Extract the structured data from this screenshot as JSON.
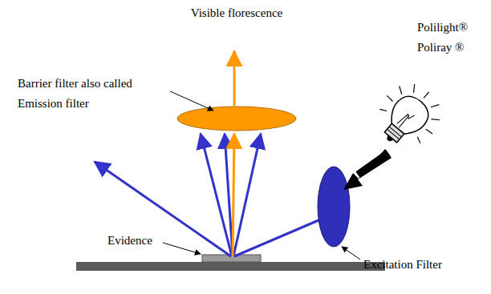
{
  "diagram": {
    "labels": [
      "Visible florescence",
      "Barrier filter also called Emission filter",
      "Polilight® Poliray ®",
      "Evidence",
      "Excitation Filter"
    ]
  }
}
